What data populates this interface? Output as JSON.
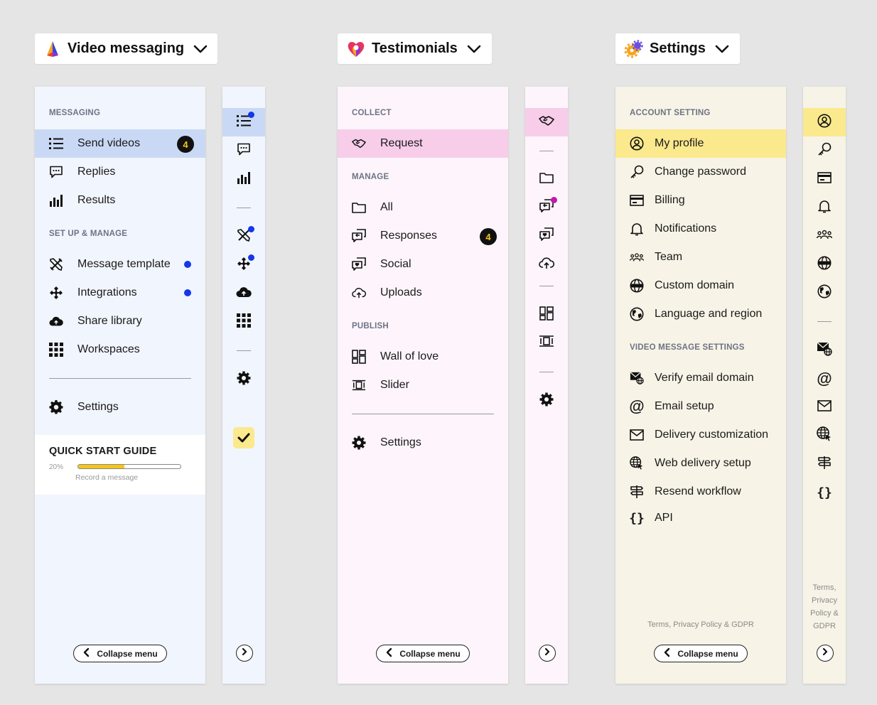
{
  "video": {
    "switcher_label": "Video messaging",
    "section_messaging": "MESSAGING",
    "section_setup": "SET UP & MANAGE",
    "items": {
      "send_videos": "Send videos",
      "replies": "Replies",
      "results": "Results",
      "message_template": "Message template",
      "integrations": "Integrations",
      "share_library": "Share library",
      "workspaces": "Workspaces",
      "settings": "Settings"
    },
    "send_videos_badge": "4",
    "quick_start": {
      "title": "QUICK START GUIDE",
      "percent_label": "20%",
      "progress": 0.45,
      "step": "Record a message"
    },
    "collapse_label": "Collapse menu"
  },
  "testimonials": {
    "switcher_label": "Testimonials",
    "section_collect": "COLLECT",
    "section_manage": "MANAGE",
    "section_publish": "PUBLISH",
    "items": {
      "request": "Request",
      "all": "All",
      "responses": "Responses",
      "social": "Social",
      "uploads": "Uploads",
      "wall_of_love": "Wall of love",
      "slider": "Slider",
      "settings": "Settings"
    },
    "responses_badge": "4",
    "collapse_label": "Collapse menu"
  },
  "settings": {
    "switcher_label": "Settings",
    "section_account": "ACCOUNT SETTING",
    "section_video": "VIDEO MESSAGE SETTINGS",
    "items": {
      "my_profile": "My profile",
      "change_password": "Change password",
      "billing": "Billing",
      "notifications": "Notifications",
      "team": "Team",
      "custom_domain": "Custom domain",
      "language_region": "Language and region",
      "verify_email_domain": "Verify email domain",
      "email_setup": "Email setup",
      "delivery_customization": "Delivery customization",
      "web_delivery_setup": "Web delivery setup",
      "resend_workflow": "Resend workflow",
      "api": "API"
    },
    "footer_links": "Terms, Privacy Policy & GDPR",
    "rail_footer": [
      "Terms,",
      "Privacy",
      "Policy &",
      "GDPR"
    ],
    "collapse_label": "Collapse menu"
  },
  "colors": {
    "canvas": "#e5e5e5",
    "video_bg": "#f1f5fd",
    "video_active": "#c9d9f5",
    "testimonials_bg": "#fdf5fb",
    "testimonials_active": "#f7cdea",
    "settings_bg": "#f7f3e6",
    "settings_active": "#fbe98d",
    "notification_dot": "#1437e8",
    "progress_fill": "#f5c518"
  }
}
